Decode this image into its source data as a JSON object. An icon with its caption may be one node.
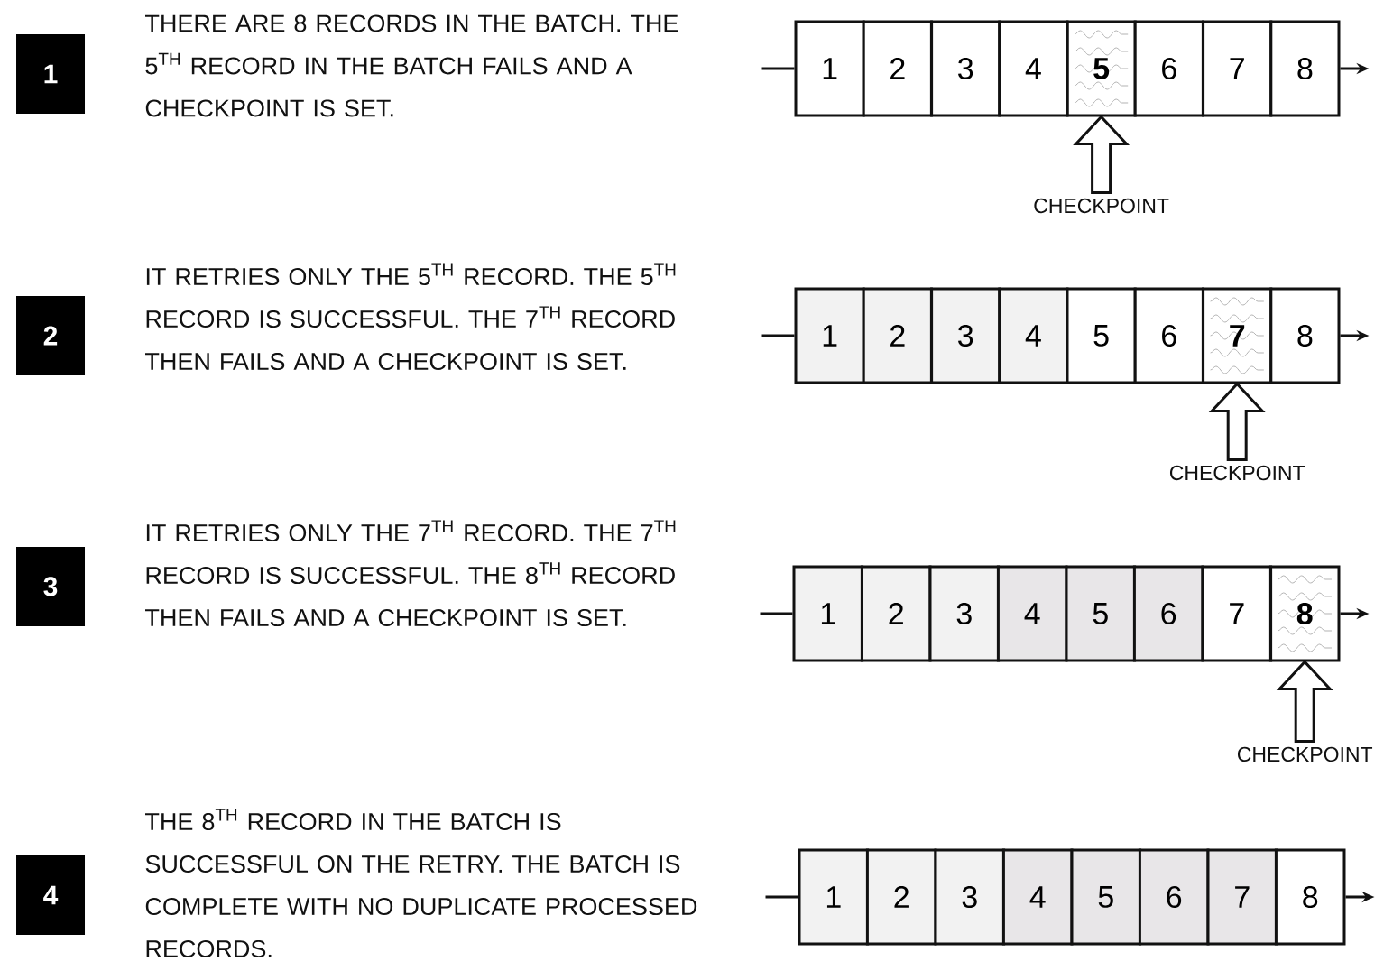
{
  "diagram": {
    "nodes": [
      {
        "text": [
          "1"
        ],
        "beside": [
          "THERE ARE 8 RECORDS IN THE BATCH. THE 5$^{TH}$ RECORD IN THE BATCH FAILS AND A CHECKPOINT IS SET."
        ]
      },
      {
        "text": [
          "1"
        ]
      },
      {
        "text": [
          "2"
        ]
      },
      {
        "text": [
          "3"
        ]
      },
      {
        "text": [
          "4"
        ]
      },
      {
        "text": [
          "5"
        ]
      },
      {
        "text": [
          "6"
        ]
      },
      {
        "text": [
          "7"
        ]
      },
      {
        "text": [
          "8"
        ]
      },
      {
        "text": [
          "CHECKPOINT"
        ]
      },
      {
        "text": [
          "2"
        ],
        "beside": [
          "IT RETRIES ONLY THE 5$^{TH}$ RECORD. THE 5$^{TH}$ RECORD IS SUCCESSFUL. THE 7$^{TH}$ RECORD THEN FAILS AND A CHECKPOINT IS SET."
        ]
      },
      {
        "text": [
          "1"
        ]
      },
      {
        "text": [
          "2"
        ]
      },
      {
        "text": [
          "3"
        ]
      },
      {
        "text": [
          "4"
        ]
      },
      {
        "text": [
          "5"
        ]
      },
      {
        "text": [
          "6"
        ]
      },
      {
        "text": [
          "7"
        ]
      },
      {
        "text": [
          "8"
        ]
      },
      {
        "text": [
          "CHECKPOINT"
        ]
      },
      {
        "text": [
          "3"
        ],
        "beside": [
          "IT RETRIES ONLY THE 7$^{TH}$ RECORD. THE 7$^{TH}$ RECORD IS SUCCESSFUL. THE 8$^{TH}$ RECORD THEN FAILS AND A CHECKPOINT IS SET."
        ]
      },
      {
        "text": [
          "1"
        ]
      },
      {
        "text": [
          "2"
        ]
      },
      {
        "text": [
          "3"
        ]
      },
      {
        "text": [
          "4"
        ]
      },
      {
        "text": [
          "5"
        ]
      },
      {
        "text": [
          "6"
        ]
      },
      {
        "text": [
          "7"
        ]
      },
      {
        "text": [
          "8"
        ]
      },
      {
        "text": [
          "CHECKPOINT"
        ]
      },
      {
        "text": [
          "4"
        ],
        "beside": [
          "THE 8$^{TH}$ RECORD IN THE BATCH IS SUCCESSFUL ON THE RETRY.  THE BATCH IS COMPLETE WITH NO DUPLICATE PROCESSED RECORDS."
        ]
      },
      {
        "text": [
          "1"
        ]
      },
      {
        "text": [
          "2"
        ]
      },
      {
        "text": [
          "3"
        ]
      },
      {
        "text": [
          "4"
        ]
      },
      {
        "text": [
          "5"
        ]
      },
      {
        "text": [
          "6"
        ]
      },
      {
        "text": [
          "7"
        ]
      },
      {
        "text": [
          "8"
        ]
      }
    ],
    "edges": [
      {
        "from": null,
        "to": 1,
        "arrow": "none"
      },
      {
        "from": 8,
        "to": null,
        "arrow": "to"
      },
      {
        "from": 9,
        "to": 5,
        "arrow": "to"
      },
      {
        "from": null,
        "to": 11,
        "arrow": "none"
      },
      {
        "from": 18,
        "to": null,
        "arrow": "to"
      },
      {
        "from": 19,
        "to": 17,
        "arrow": "to"
      },
      {
        "from": null,
        "to": 21,
        "arrow": "none"
      },
      {
        "from": 28,
        "to": null,
        "arrow": "to"
      },
      {
        "from": 29,
        "to": 28,
        "arrow": "to"
      },
      {
        "from": null,
        "to": 31,
        "arrow": "none"
      },
      {
        "from": 38,
        "to": null,
        "arrow": "to"
      }
    ]
  }
}
